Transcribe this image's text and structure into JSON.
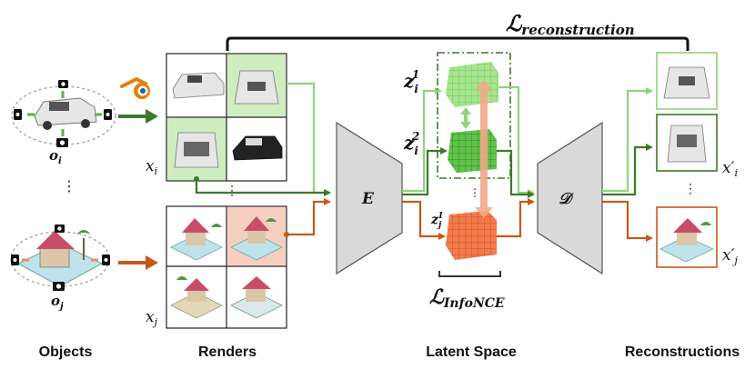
{
  "captions": {
    "objects": "Objects",
    "renders": "Renders",
    "latent_space": "Latent Space",
    "reconstructions": "Reconstructions"
  },
  "labels": {
    "loss_reconstruction": "ℒ",
    "loss_reconstruction_sub": "reconstruction",
    "loss_infonce": "ℒ",
    "loss_infonce_sub": "InfoNCE",
    "encoder": "E",
    "decoder": "𝒟",
    "o_i": "o",
    "o_i_sub": "i",
    "o_j": "o",
    "o_j_sub": "j",
    "x_i": "x",
    "x_i_sub": "i",
    "x_j": "x",
    "x_j_sub": "j",
    "xp_i": "x′",
    "xp_i_sub": "i",
    "xp_j": "x′",
    "xp_j_sub": "j",
    "z_i1": "z",
    "z_i1_sub": "i",
    "z_i1_sup": "1",
    "z_i2": "z",
    "z_i2_sub": "i",
    "z_i2_sup": "2",
    "z_j1": "z",
    "z_j1_sub": "j",
    "z_j1_sup": "1",
    "ellipsis": "⋮"
  },
  "colors": {
    "dark_green": "#3c7a2a",
    "light_green": "#8fd37a",
    "mid_green": "#5fb04a",
    "orange": "#c45a1a",
    "salmon": "#f4a987",
    "trapezoid": "#d9d9d9",
    "cell_green": "#cfeec0",
    "cell_salmon": "#f7cfc0"
  },
  "icons": [
    "blender-logo-icon",
    "camera-icon",
    "car-object-icon",
    "house-object-icon"
  ]
}
